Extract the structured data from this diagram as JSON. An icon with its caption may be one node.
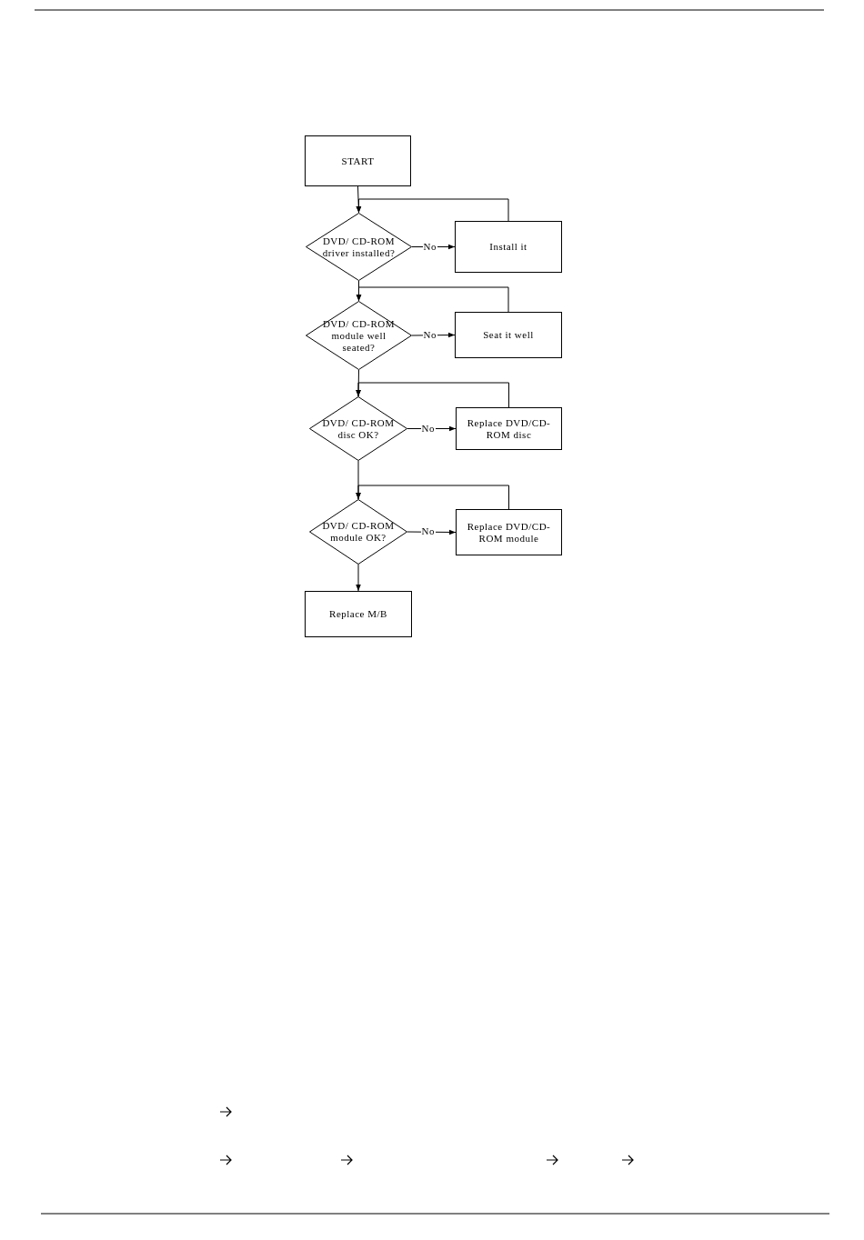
{
  "diagram": {
    "nodes": [
      {
        "text": [
          "START"
        ]
      },
      {
        "text": [
          "DVD/ CD-ROM driver installed?"
        ]
      },
      {
        "text": [
          "Install it"
        ]
      },
      {
        "text": [
          "DVD/ CD-ROM module well seated?"
        ]
      },
      {
        "text": [
          "Seat it well"
        ]
      },
      {
        "text": [
          "DVD/ CD-ROM disc OK?"
        ]
      },
      {
        "text": [
          "Replace DVD/CD-ROM disc"
        ]
      },
      {
        "text": [
          "DVD/ CD-ROM module OK?"
        ]
      },
      {
        "text": [
          "Replace DVD/CD-ROM module"
        ]
      },
      {
        "text": [
          "Replace M/B"
        ]
      }
    ],
    "edges": [
      {
        "from": 0,
        "to": 1,
        "arrow": "to"
      },
      {
        "from": 1,
        "to": 2,
        "arrow": "to",
        "label": "No"
      },
      {
        "from": 2,
        "to": 1,
        "arrow": "to"
      },
      {
        "from": 1,
        "to": 3,
        "arrow": "to"
      },
      {
        "from": 3,
        "to": 4,
        "arrow": "to",
        "label": "No"
      },
      {
        "from": 4,
        "to": 3,
        "arrow": "to"
      },
      {
        "from": 3,
        "to": 5,
        "arrow": "to"
      },
      {
        "from": 5,
        "to": 6,
        "arrow": "to",
        "label": "No"
      },
      {
        "from": 6,
        "to": 5,
        "arrow": "to"
      },
      {
        "from": 5,
        "to": 7,
        "arrow": "to"
      },
      {
        "from": 7,
        "to": 8,
        "arrow": "to",
        "label": "No"
      },
      {
        "from": 8,
        "to": 7,
        "arrow": "to"
      },
      {
        "from": 7,
        "to": 9,
        "arrow": "to"
      }
    ]
  }
}
